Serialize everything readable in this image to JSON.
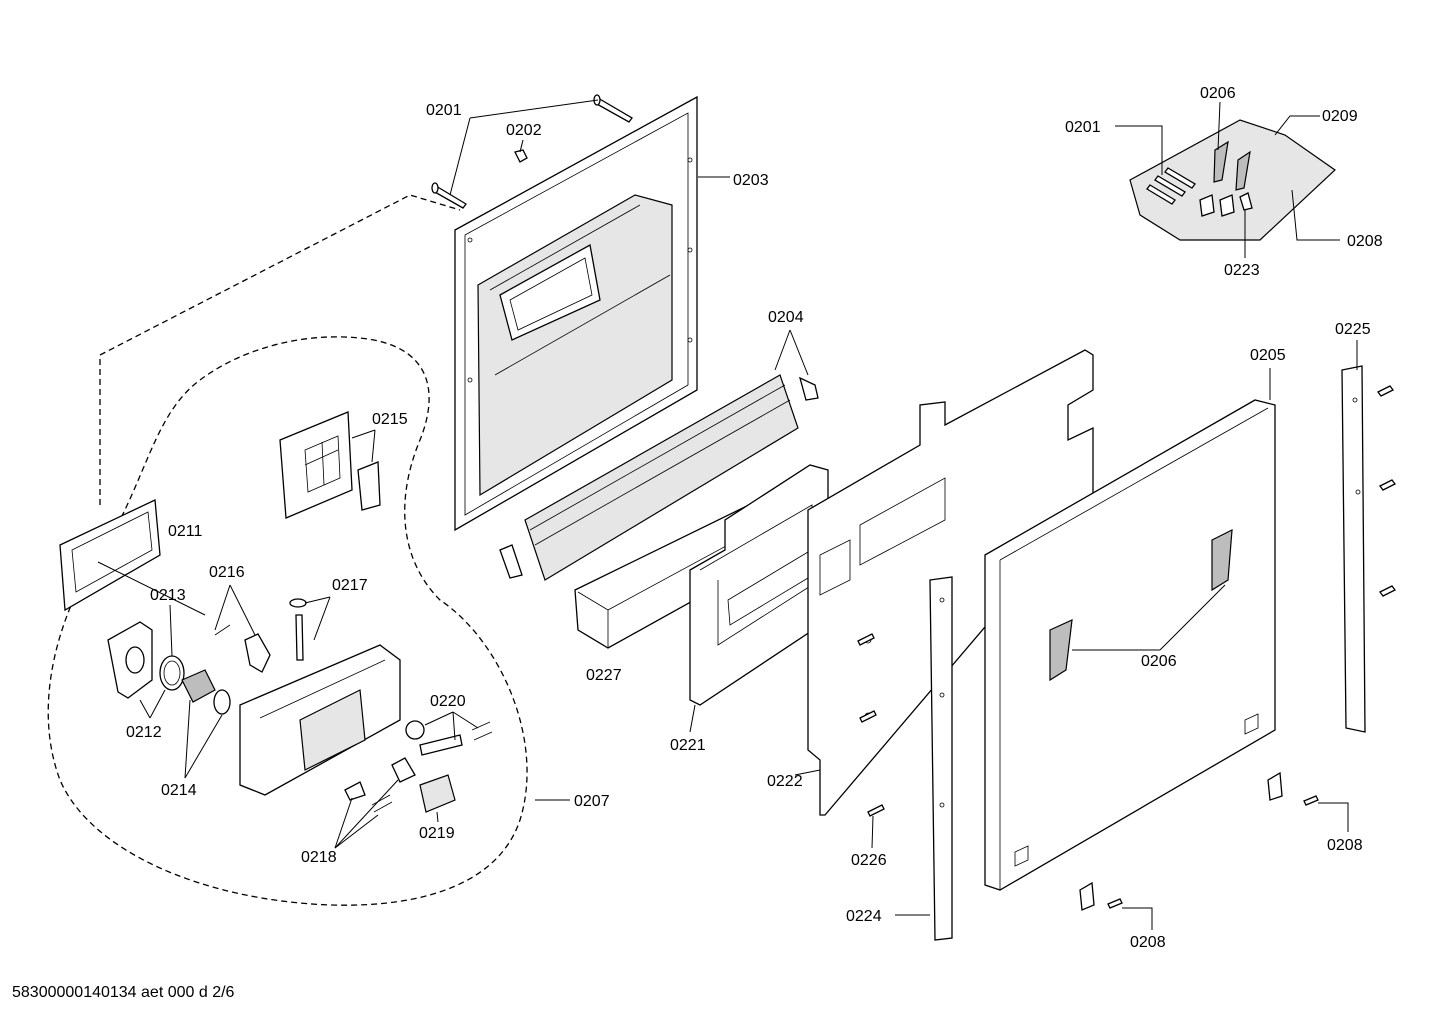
{
  "footer": "58300000140134 aet 000 d 2/6",
  "labels": {
    "l0201a": "0201",
    "l0202": "0202",
    "l0203": "0203",
    "l0204": "0204",
    "l0205": "0205",
    "l0206a": "0206",
    "l0206b": "0206",
    "l0201b": "0201",
    "l0209": "0209",
    "l0208a": "0208",
    "l0223": "0223",
    "l0225": "0225",
    "l0215": "0215",
    "l0211": "0211",
    "l0216": "0216",
    "l0213": "0213",
    "l0217": "0217",
    "l0212": "0212",
    "l0214": "0214",
    "l0220": "0220",
    "l0207": "0207",
    "l0219": "0219",
    "l0218": "0218",
    "l0227": "0227",
    "l0221": "0221",
    "l0222": "0222",
    "l0226": "0226",
    "l0224": "0224",
    "l0208b": "0208",
    "l0208c": "0208"
  }
}
